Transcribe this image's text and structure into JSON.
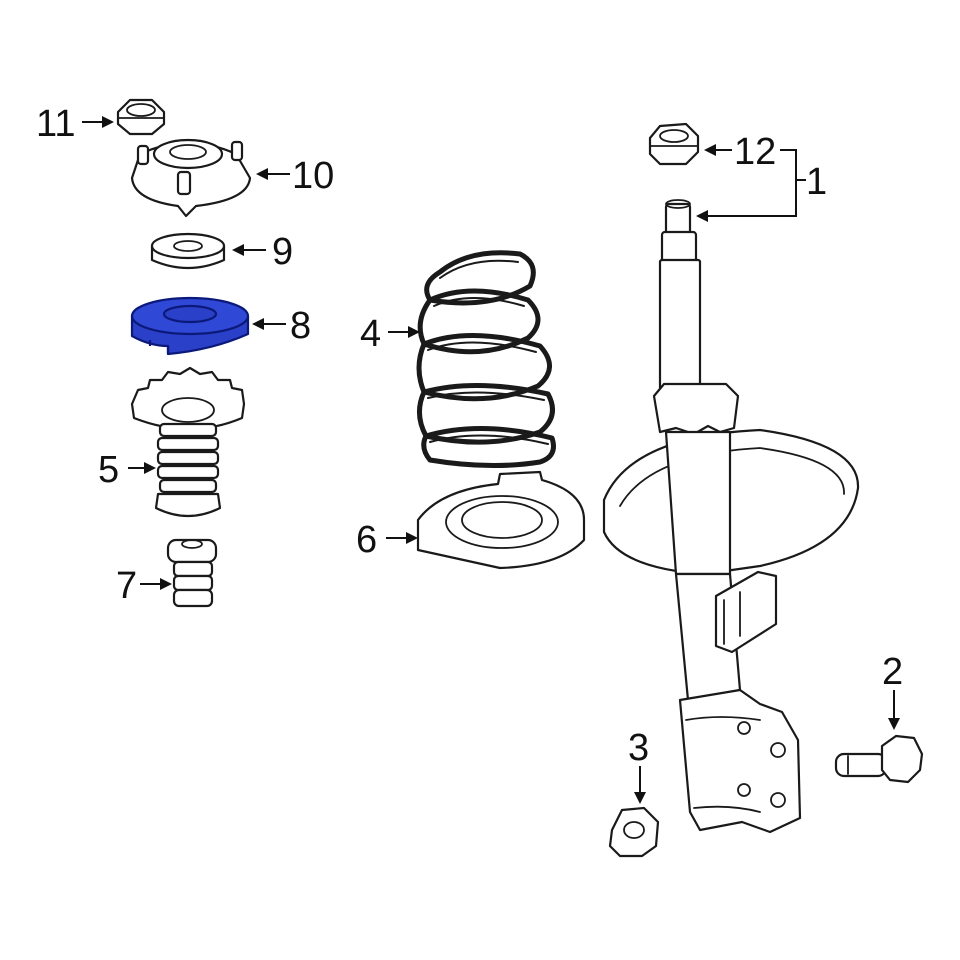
{
  "diagram": {
    "highlight_color": "#2a40c8",
    "line_color": "#1a1a1a",
    "callouts": [
      {
        "id": "1",
        "label": "1",
        "part": "strut-assembly"
      },
      {
        "id": "2",
        "label": "2",
        "part": "bolt"
      },
      {
        "id": "3",
        "label": "3",
        "part": "nut"
      },
      {
        "id": "4",
        "label": "4",
        "part": "coil-spring"
      },
      {
        "id": "5",
        "label": "5",
        "part": "bump-stop-boot"
      },
      {
        "id": "6",
        "label": "6",
        "part": "lower-spring-seat"
      },
      {
        "id": "7",
        "label": "7",
        "part": "bump-stop"
      },
      {
        "id": "8",
        "label": "8",
        "part": "upper-spring-insulator",
        "highlighted": true
      },
      {
        "id": "9",
        "label": "9",
        "part": "bearing"
      },
      {
        "id": "10",
        "label": "10",
        "part": "strut-mount"
      },
      {
        "id": "11",
        "label": "11",
        "part": "mount-nut"
      },
      {
        "id": "12",
        "label": "12",
        "part": "strut-nut"
      }
    ]
  }
}
